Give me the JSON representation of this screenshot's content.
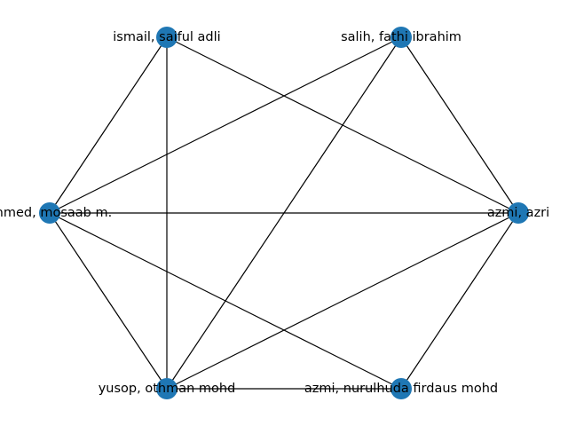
{
  "graph": {
    "node_color": "#1f77b4",
    "edge_color": "#000000",
    "nodes": [
      {
        "id": "ismail",
        "label": "ismail, saiful adli"
      },
      {
        "id": "salih",
        "label": "salih, fathi ibrahim"
      },
      {
        "id": "mosaab",
        "label": "ahmed, mosaab m."
      },
      {
        "id": "azri",
        "label": "azmi, azri"
      },
      {
        "id": "yusop",
        "label": "yusop, othman mohd"
      },
      {
        "id": "nurulhuda",
        "label": "azmi, nurulhuda firdaus mohd"
      }
    ],
    "edges": [
      [
        "ismail",
        "mosaab"
      ],
      [
        "ismail",
        "yusop"
      ],
      [
        "ismail",
        "azri"
      ],
      [
        "salih",
        "mosaab"
      ],
      [
        "salih",
        "yusop"
      ],
      [
        "salih",
        "azri"
      ],
      [
        "mosaab",
        "azri"
      ],
      [
        "mosaab",
        "yusop"
      ],
      [
        "mosaab",
        "nurulhuda"
      ],
      [
        "azri",
        "yusop"
      ],
      [
        "azri",
        "nurulhuda"
      ],
      [
        "yusop",
        "nurulhuda"
      ]
    ]
  }
}
